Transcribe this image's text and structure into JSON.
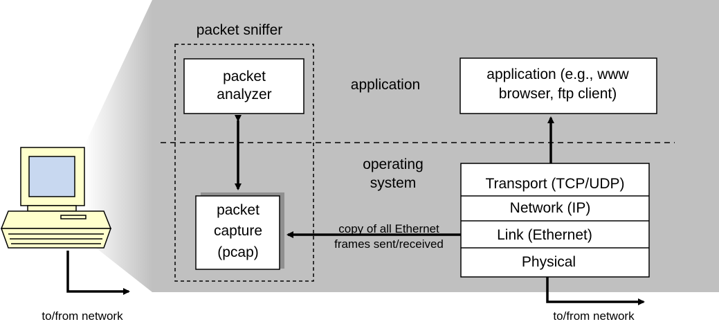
{
  "colors": {
    "panel": "#c0c0c0",
    "panel_shadow": "#8f8f8f",
    "box_fill": "#ffffff",
    "stroke": "#000000",
    "monitor_cream": "#ffffcc",
    "screen_blue": "#c8d8f0"
  },
  "labels": {
    "packet_sniffer": "packet sniffer",
    "packet_analyzer_line1": "packet",
    "packet_analyzer_line2": "analyzer",
    "packet_capture_line1": "packet",
    "packet_capture_line2": "capture",
    "packet_capture_line3": "(pcap)",
    "application_layer": "application",
    "operating_system_line1": "operating",
    "operating_system_line2": "system",
    "app_box_line1": "application (e.g., www",
    "app_box_line2": "browser, ftp client)",
    "copy_line1": "copy of all Ethernet",
    "copy_line2": "frames sent/received",
    "to_from_left": "to/from network",
    "to_from_right": "to/from network"
  },
  "protocol_stack": [
    {
      "name": "Transport (TCP/UDP)"
    },
    {
      "name": "Network (IP)"
    },
    {
      "name": "Link (Ethernet)"
    },
    {
      "name": "Physical"
    }
  ],
  "icons": {
    "computer": "desktop-computer-icon"
  }
}
